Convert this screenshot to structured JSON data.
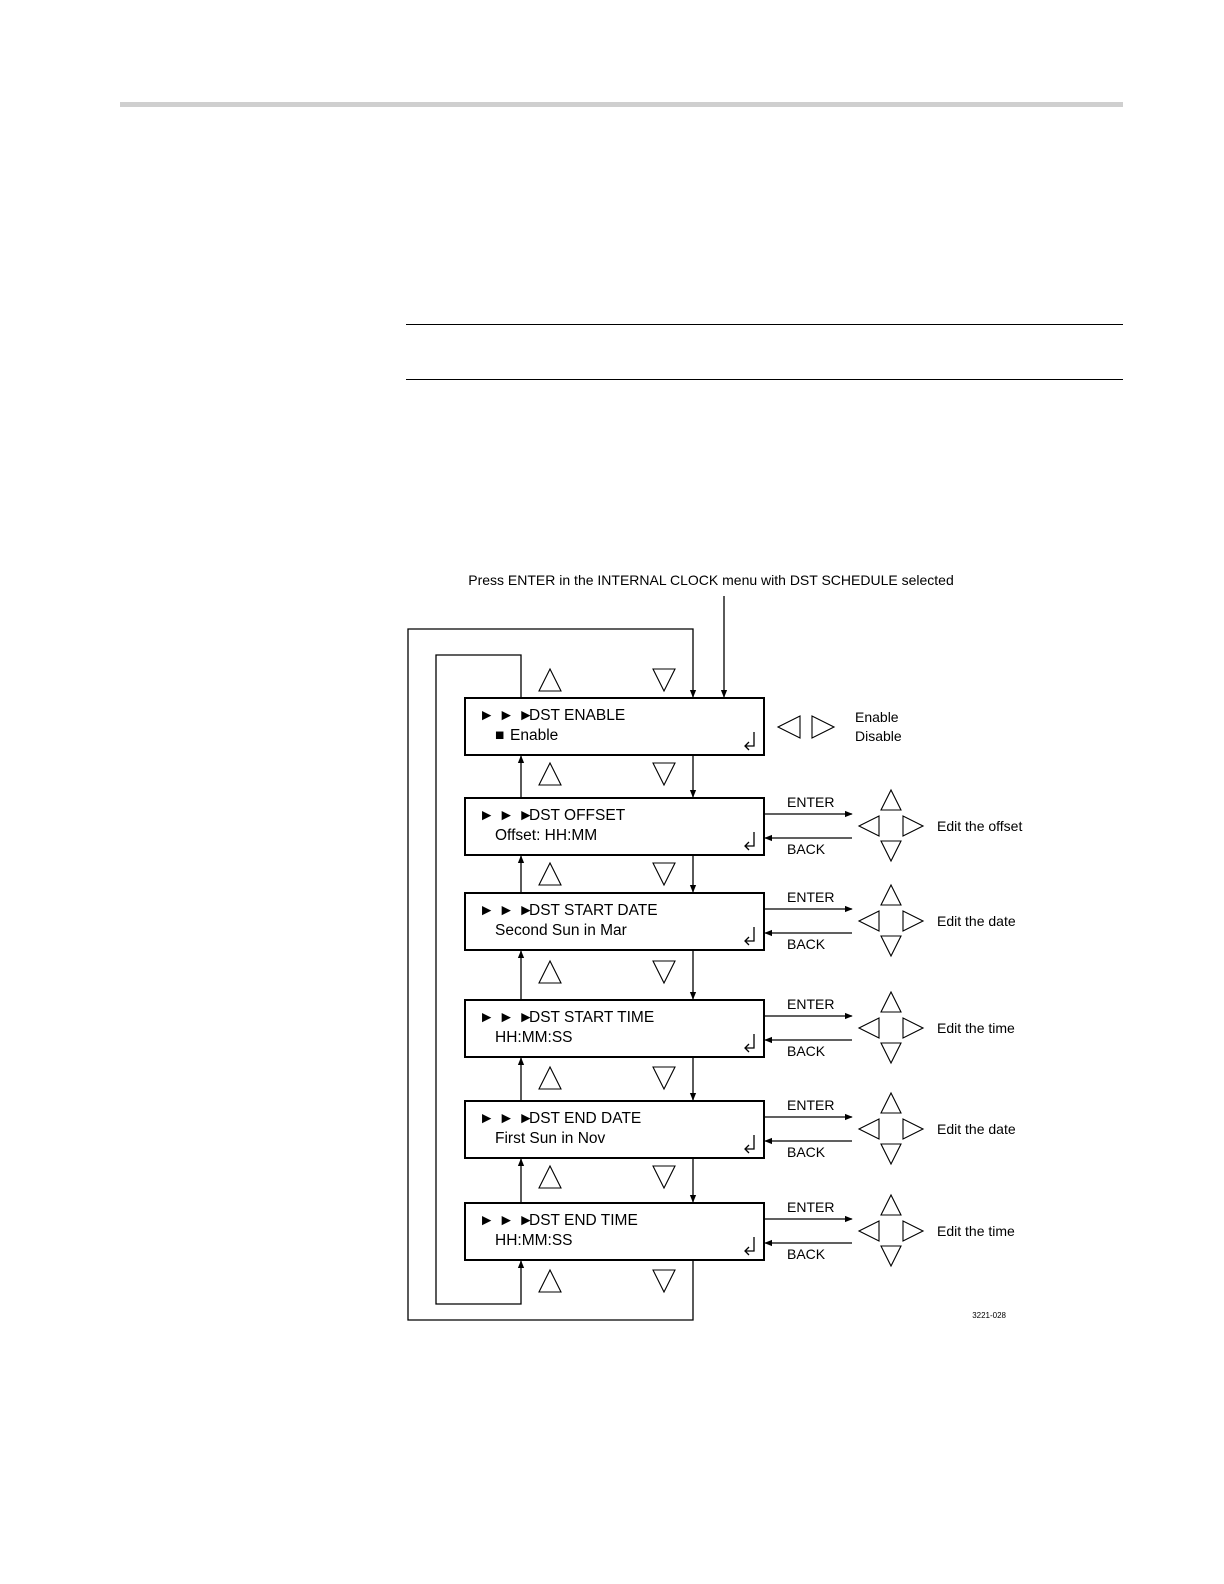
{
  "intro_caption": "Press ENTER in the INTERNAL CLOCK menu with DST SCHEDULE selected",
  "arrow_glyph": "► ► ►",
  "enter_label": "ENTER",
  "back_label": "BACK",
  "figure_id": "3221-028",
  "menu_boxes": [
    {
      "title": "DST ENABLE",
      "value": "Enable",
      "value_marker": "■"
    },
    {
      "title": "DST OFFSET",
      "value": "Offset: HH:MM"
    },
    {
      "title": "DST START DATE",
      "value": "Second Sun in Mar"
    },
    {
      "title": "DST START TIME",
      "value": "HH:MM:SS"
    },
    {
      "title": "DST END DATE",
      "value": "First Sun in Nov"
    },
    {
      "title": "DST END TIME",
      "value": "HH:MM:SS"
    }
  ],
  "side_notes": {
    "enable_options": [
      "Enable",
      "Disable"
    ],
    "edit_labels": [
      "Edit the offset",
      "Edit the date",
      "Edit the time",
      "Edit the date",
      "Edit the time"
    ]
  },
  "colors": {
    "line": "#000000",
    "rule_gray": "#cfcfcf",
    "background": "#ffffff"
  }
}
